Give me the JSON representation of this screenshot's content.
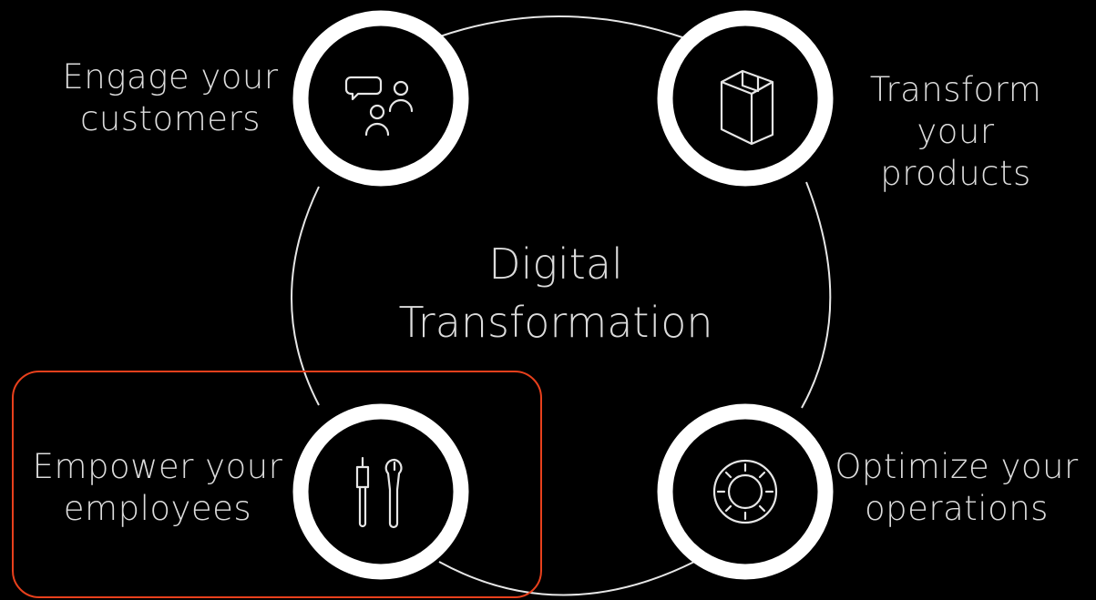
{
  "center": {
    "line1": "Digital",
    "line2": "Transformation"
  },
  "nodes": {
    "engage": {
      "line1": "Engage your",
      "line2": "customers",
      "icon": "people-chat-icon"
    },
    "transform": {
      "line1": "Transform",
      "line2": "your products",
      "icon": "box-icon"
    },
    "empower": {
      "line1": "Empower your",
      "line2": "employees",
      "icon": "tools-icon"
    },
    "optimize": {
      "line1": "Optimize your",
      "line2": "operations",
      "icon": "gear-icon"
    }
  },
  "colors": {
    "background": "#000000",
    "ring": "#ffffff",
    "text": "#dcdcdc",
    "highlight": "#e8401c"
  }
}
